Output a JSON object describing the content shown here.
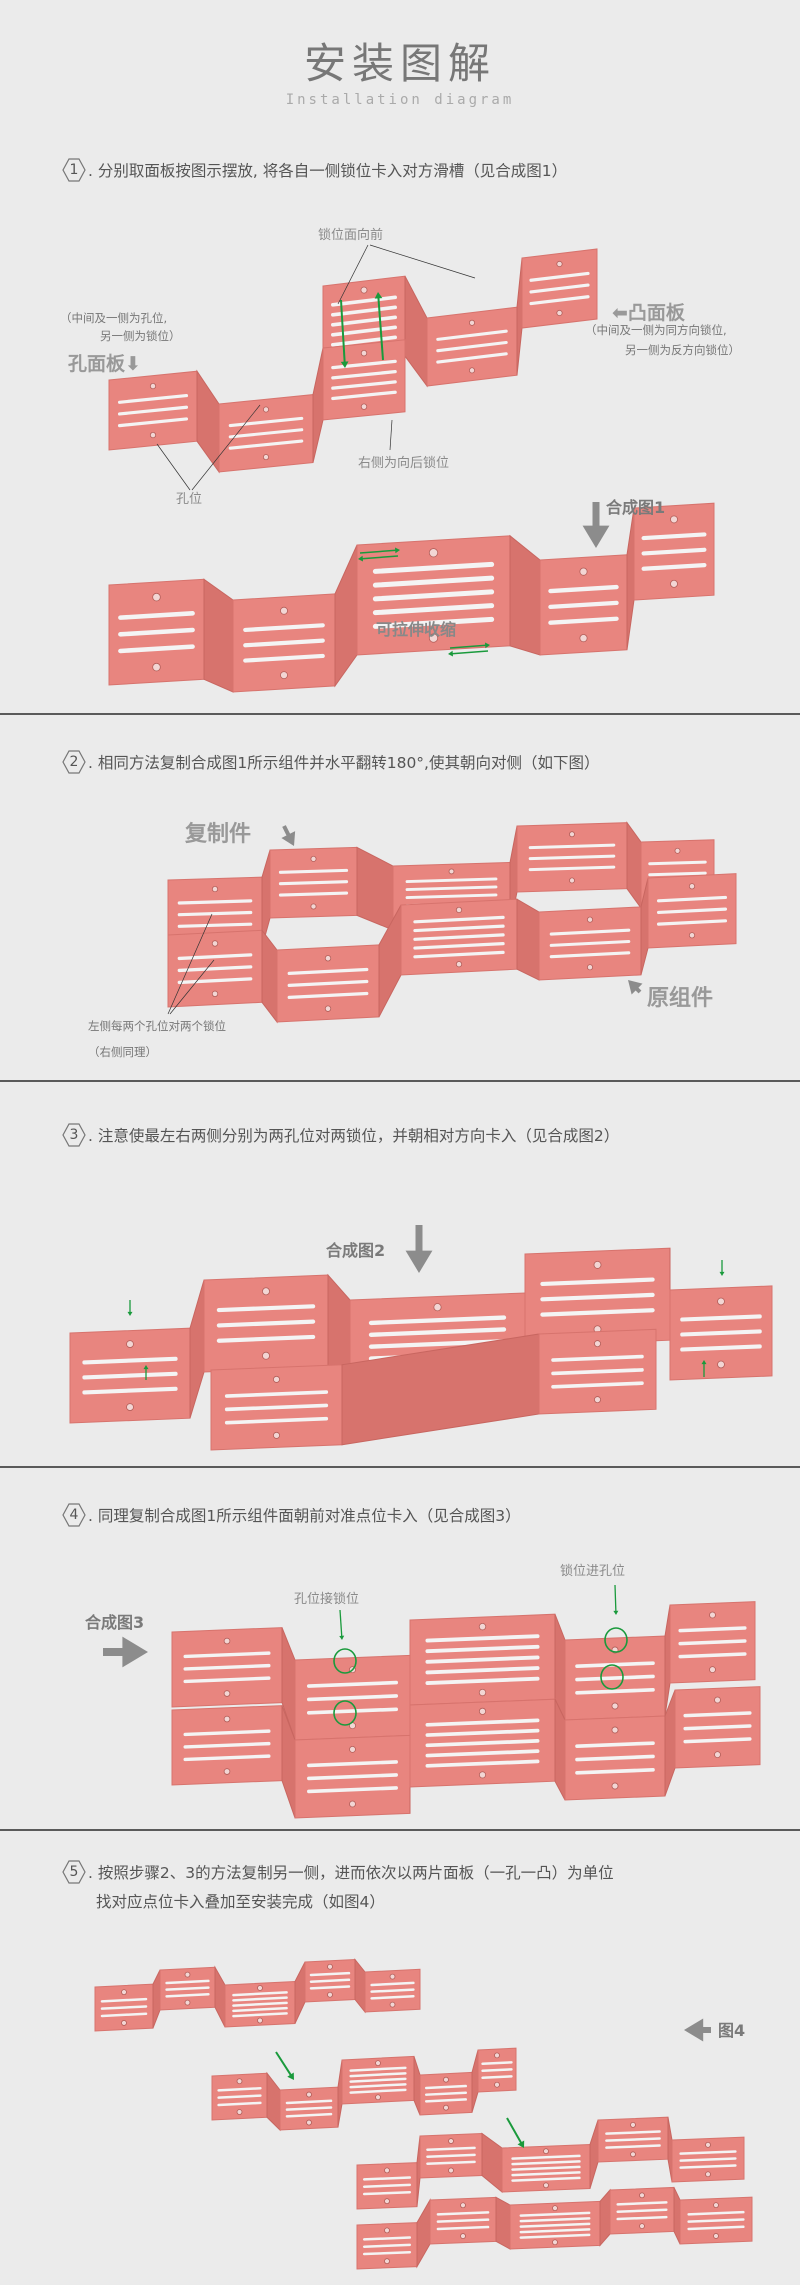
{
  "header": {
    "title": "安装图解",
    "subtitle": "Installation diagram"
  },
  "steps": [
    {
      "num": "1",
      "text": ". 分别取面板按图示摆放, 将各自一侧锁位卡入对方滑槽（见合成图1）"
    },
    {
      "num": "2",
      "text": ". 相同方法复制合成图1所示组件并水平翻转180°,使其朝向对侧（如下图）"
    },
    {
      "num": "3",
      "text": ". 注意使最左右两侧分别为两孔位对两锁位，并朝相对方向卡入（见合成图2）"
    },
    {
      "num": "4",
      "text": ". 同理复制合成图1所示组件面朝前对准点位卡入（见合成图3）"
    },
    {
      "num": "5",
      "text": ". 按照步骤2、3的方法复制另一侧，进而依次以两片面板（一孔一凸）为单位",
      "text2": "找对应点位卡入叠加至安装完成（如图4）"
    }
  ],
  "fig1": {
    "lock_face_front": "锁位面向前",
    "hole_note_1": "（中间及一侧为孔位,",
    "hole_note_2": "另一侧为锁位）",
    "hole_panel": "孔面板⬇",
    "convex_panel": "⬅凸面板",
    "convex_note_1": "（中间及一侧为同方向锁位,",
    "convex_note_2": "另一侧为反方向锁位）",
    "right_back_lock": "右侧为向后锁位",
    "hole_pos": "孔位",
    "composite": "合成图1",
    "stretch": "可拉伸收缩"
  },
  "fig2": {
    "copy": "复制件",
    "original": "原组件",
    "note_1": "左侧每两个孔位对两个锁位",
    "note_2": "（右侧同理）"
  },
  "fig3": {
    "composite": "合成图2"
  },
  "fig4": {
    "composite": "合成图3",
    "hole_to_lock": "孔位接锁位",
    "lock_into_hole": "锁位进孔位"
  },
  "fig5": {
    "label": "图4"
  },
  "colors": {
    "panel": "#e8857f",
    "panel_dark": "#d7736d",
    "accent_green": "#1a9a3c",
    "arrow_gray": "#8c8c8c",
    "background": "#ebebeb"
  }
}
